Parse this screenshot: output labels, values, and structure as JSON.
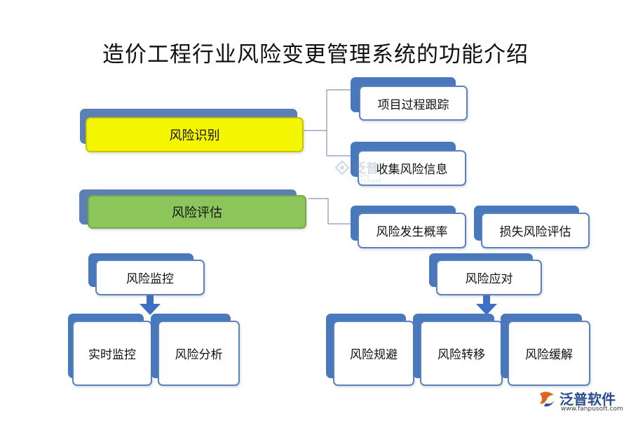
{
  "title": "造价工程行业风险变更管理系统的功能介绍",
  "nodes": {
    "risk_identification": "风险识别",
    "project_tracking": "项目过程跟踪",
    "collect_info": "收集风险信息",
    "risk_assessment": "风险评估",
    "probability": "风险发生概率",
    "loss_assessment": "损失风险评估",
    "risk_monitoring": "风险监控",
    "realtime_monitoring": "实时监控",
    "risk_analysis": "风险分析",
    "risk_response": "风险应对",
    "risk_avoidance": "风险规避",
    "risk_transfer": "风险转移",
    "risk_mitigation": "风险缓解"
  },
  "watermark": {
    "text": "泛普",
    "sub": "FANPU SOFTWARE"
  },
  "brand": {
    "name": "泛普软件",
    "url": "www.fanpusoft.com"
  },
  "colors": {
    "card_back": "#4a78bd",
    "card_border": "#5a82bf",
    "highlight_yellow": "#f4f600",
    "highlight_green": "#8cc65a",
    "arrow": "#3f6fc4"
  }
}
